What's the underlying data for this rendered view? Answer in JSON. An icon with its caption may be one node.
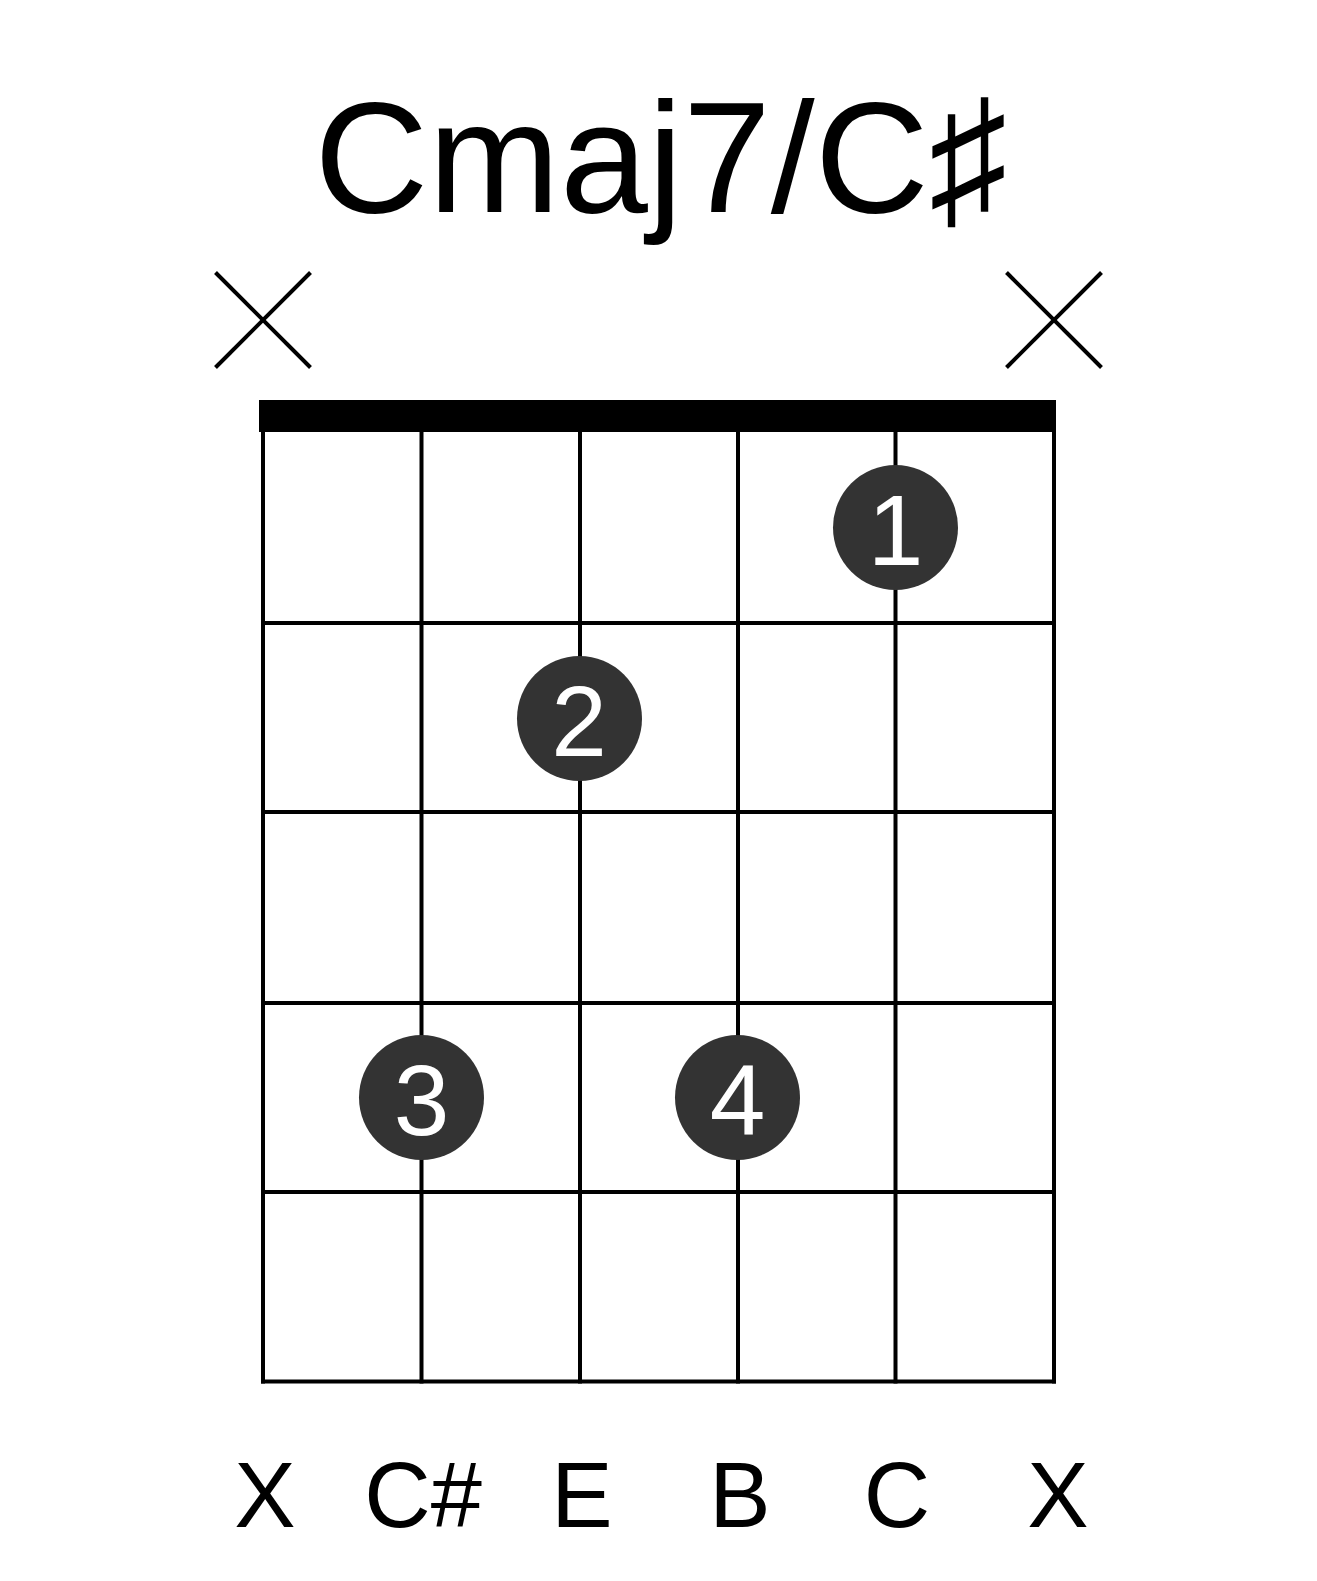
{
  "diagram": {
    "title": "Cmaj7/C♯",
    "nodes": [
      {
        "text": [
          "1"
        ]
      },
      {
        "text": [
          "2"
        ]
      },
      {
        "text": [
          "3"
        ]
      },
      {
        "text": [
          "4"
        ]
      }
    ],
    "labels": [
      "X",
      "C#",
      "E",
      "B",
      "C",
      "X"
    ]
  }
}
